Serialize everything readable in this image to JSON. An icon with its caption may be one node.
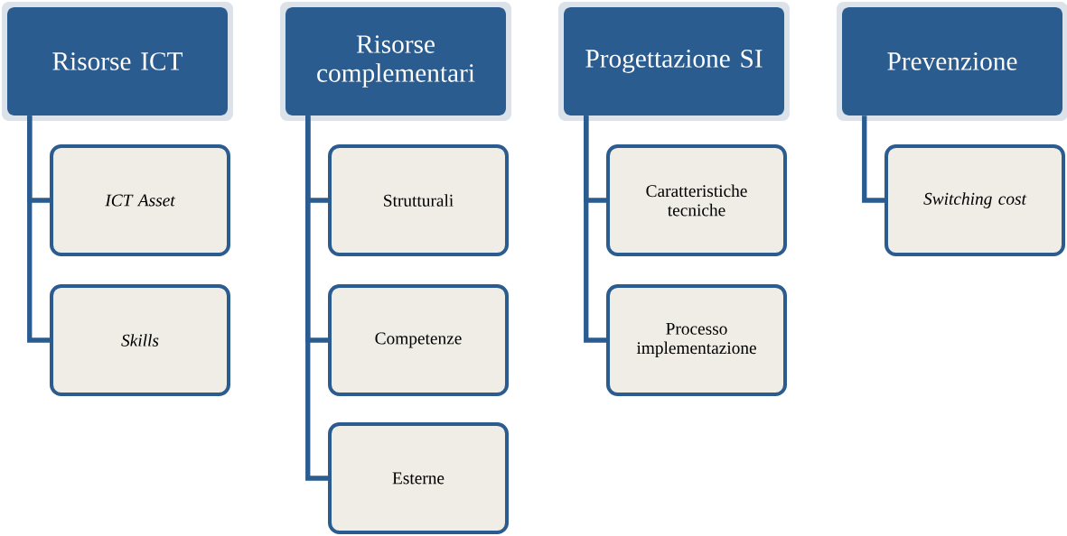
{
  "diagram": {
    "nodes": [
      {
        "text": [
          "Risorse ICT"
        ]
      },
      {
        "text": [
          "ICT Asset"
        ]
      },
      {
        "text": [
          "Skills"
        ]
      },
      {
        "text": [
          "Risorse complementari"
        ]
      },
      {
        "text": [
          "Strutturali"
        ]
      },
      {
        "text": [
          "Competenze"
        ]
      },
      {
        "text": [
          "Esterne"
        ]
      },
      {
        "text": [
          "Progettazione SI"
        ]
      },
      {
        "text": [
          "Caratteristiche tecniche"
        ]
      },
      {
        "text": [
          "Processo implementazione"
        ]
      },
      {
        "text": [
          "Prevenzione"
        ]
      },
      {
        "text": [
          "Switching cost"
        ]
      }
    ],
    "edges": [
      {
        "from": 0,
        "to": 1,
        "arrow": "none"
      },
      {
        "from": 0,
        "to": 2,
        "arrow": "none"
      },
      {
        "from": 3,
        "to": 4,
        "arrow": "none"
      },
      {
        "from": 3,
        "to": 5,
        "arrow": "none"
      },
      {
        "from": 3,
        "to": 6,
        "arrow": "none"
      },
      {
        "from": 7,
        "to": 8,
        "arrow": "none"
      },
      {
        "from": 7,
        "to": 9,
        "arrow": "none"
      },
      {
        "from": 10,
        "to": 11,
        "arrow": "none"
      }
    ]
  }
}
